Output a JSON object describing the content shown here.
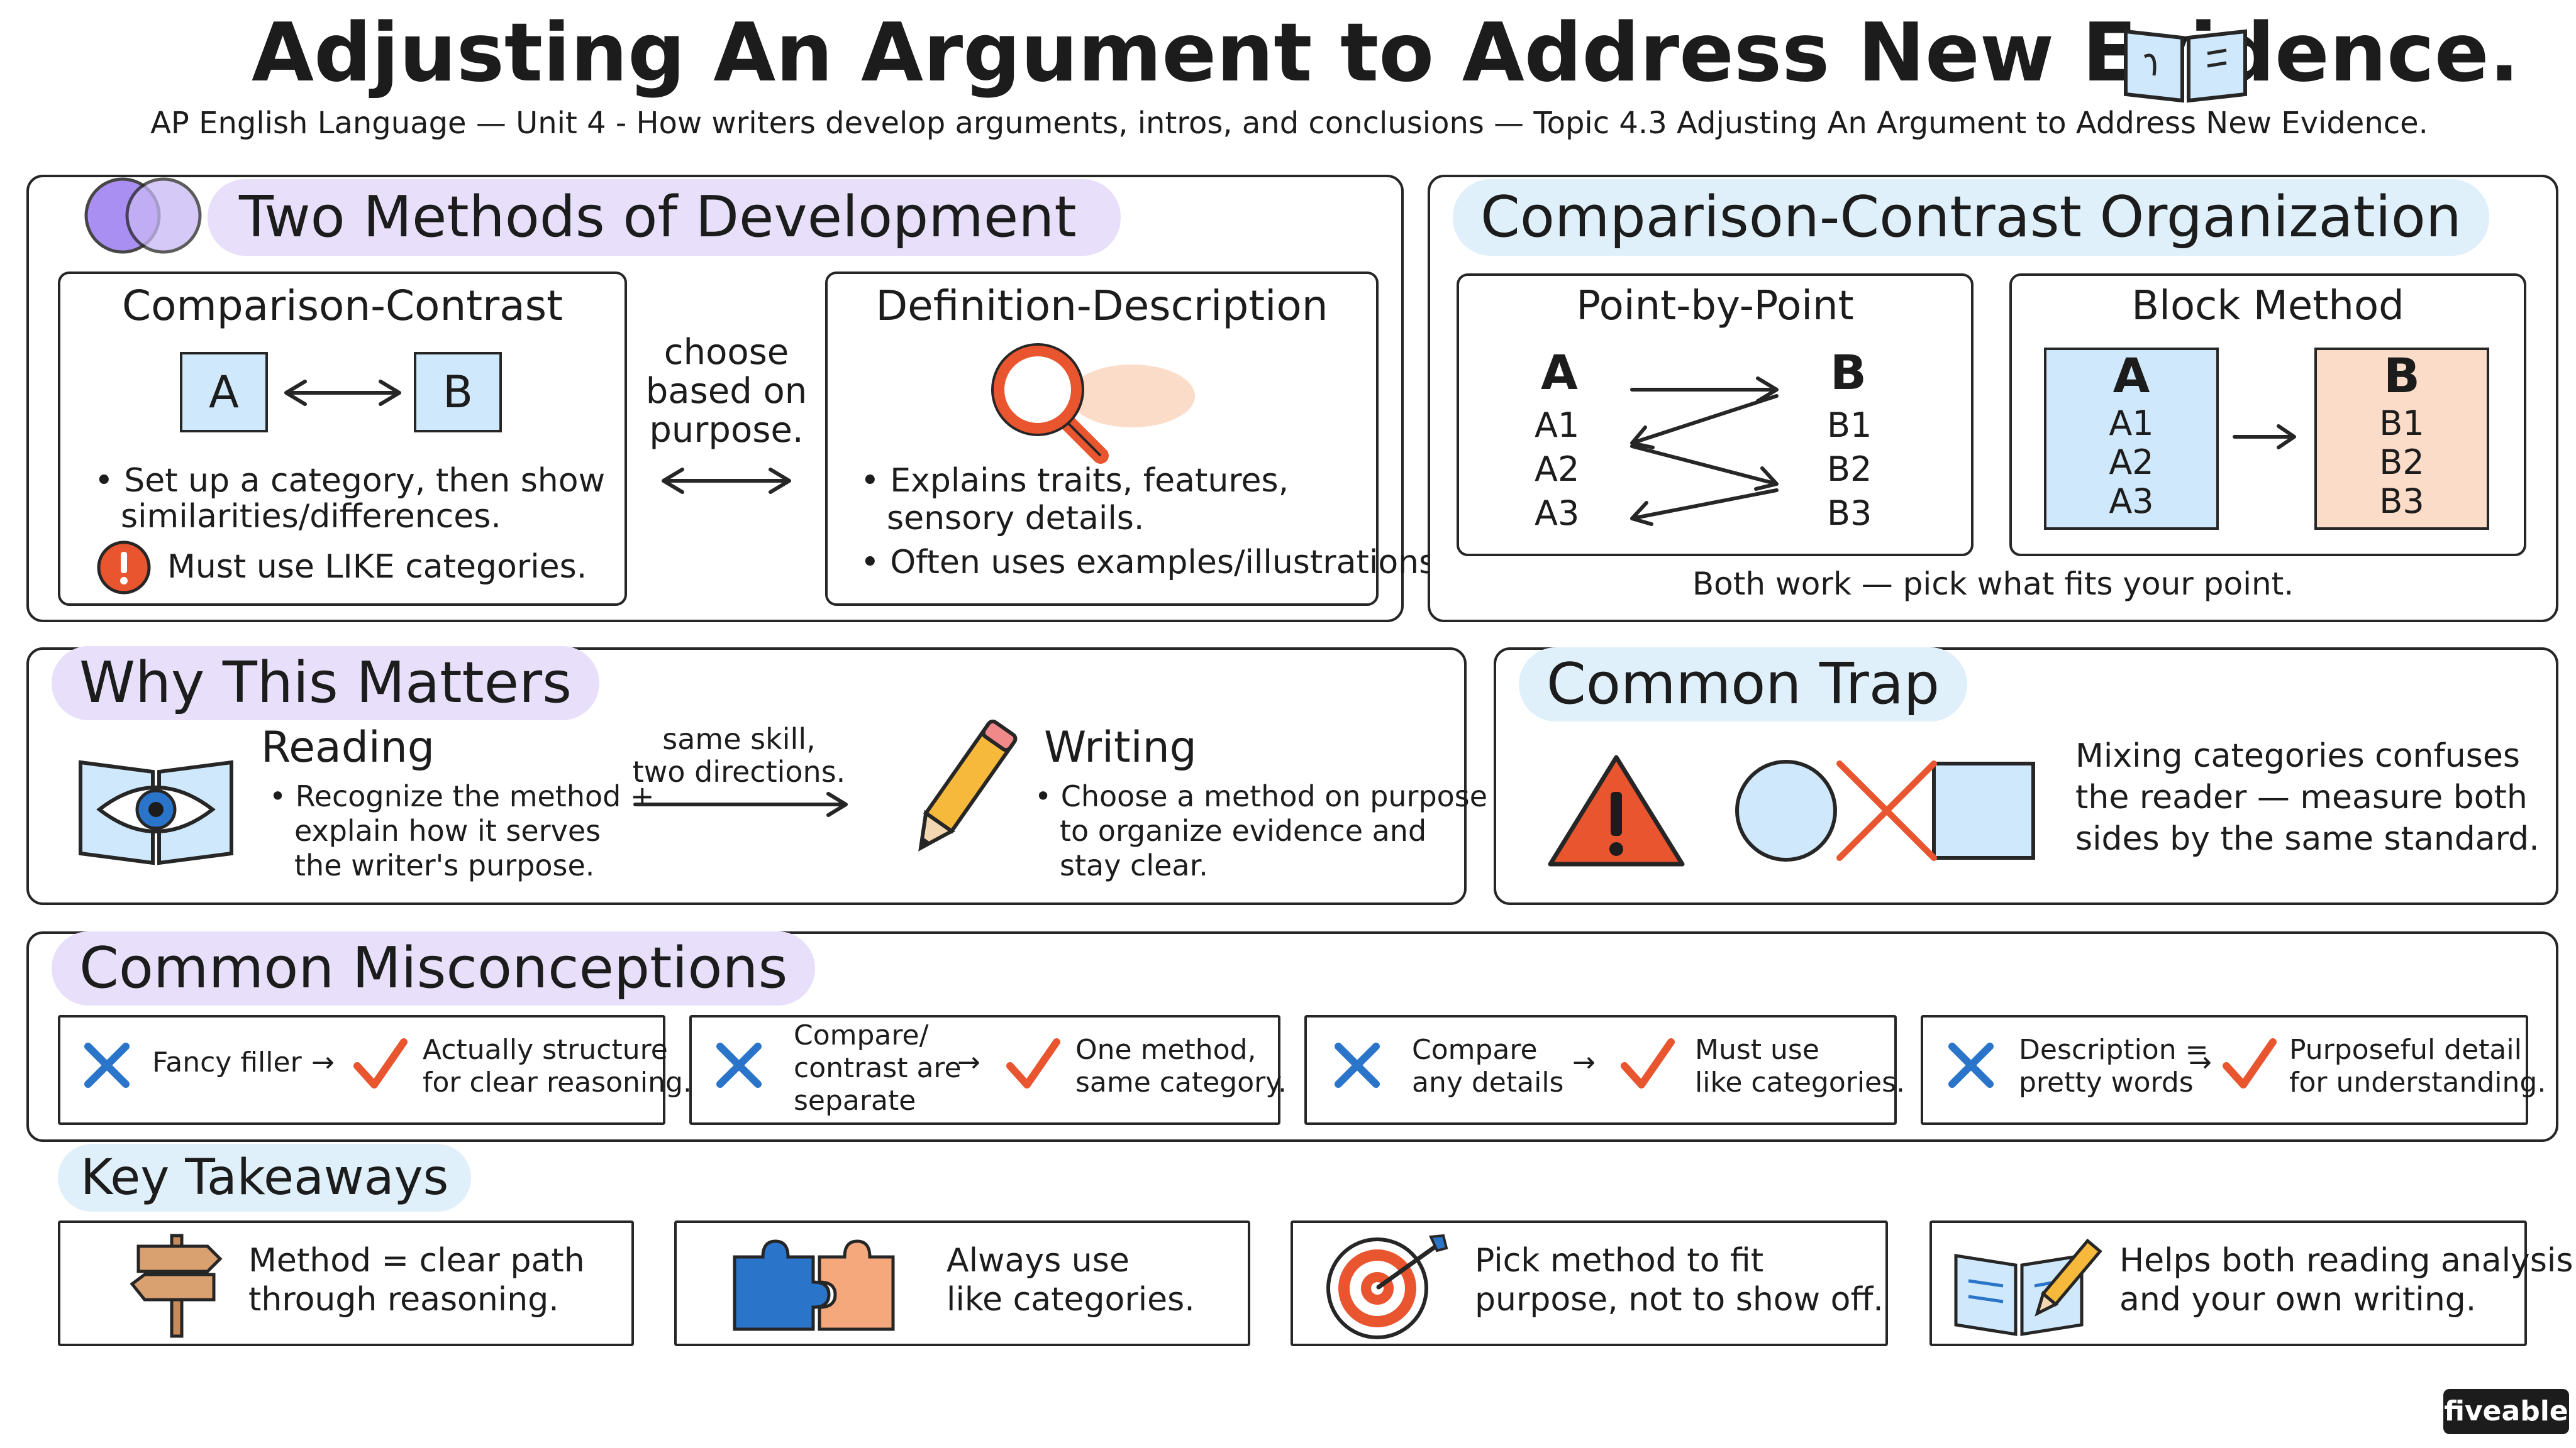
{
  "header": {
    "title": "Adjusting An Argument to Address New Evidence.",
    "subtitle": "AP English Language — Unit 4 - How writers develop arguments, intros, and conclusions — Topic 4.3 Adjusting An Argument to Address New Evidence."
  },
  "two_methods": {
    "heading": "Two Methods of Development",
    "comparison": {
      "title": "Comparison-Contrast",
      "chip_a": "A",
      "chip_b": "B",
      "bullet1": "• Set up a category, then show",
      "bullet1b": "similarities/differences.",
      "warning": "Must use LIKE categories."
    },
    "connector": [
      "choose",
      "based on",
      "purpose."
    ],
    "definition": {
      "title": "Definition-Description",
      "bullet1": "• Explains traits, features,",
      "bullet1b": "sensory details.",
      "bullet2": "• Often uses examples/illustrations."
    }
  },
  "organization": {
    "heading": "Comparison-Contrast Organization",
    "point_by_point": {
      "title": "Point-by-Point",
      "left_head": "A",
      "right_head": "B",
      "left": [
        "A1",
        "A2",
        "A3"
      ],
      "right": [
        "B1",
        "B2",
        "B3"
      ]
    },
    "block": {
      "title": "Block Method",
      "left_head": "A",
      "right_head": "B",
      "left": [
        "A1",
        "A2",
        "A3"
      ],
      "right": [
        "B1",
        "B2",
        "B3"
      ]
    },
    "footer": "Both work — pick what fits your point."
  },
  "why_matters": {
    "heading": "Why This Matters",
    "reading": {
      "title": "Reading",
      "lines": [
        "• Recognize the method +",
        "explain how it serves",
        "the writer's purpose."
      ]
    },
    "connector": [
      "same skill,",
      "two directions."
    ],
    "writing": {
      "title": "Writing",
      "lines": [
        "• Choose a method on purpose",
        "to organize evidence and",
        "stay clear."
      ]
    }
  },
  "trap": {
    "heading": "Common Trap",
    "lines": [
      "Mixing categories confuses",
      "the reader — measure both",
      "sides by the same standard."
    ]
  },
  "misconceptions": {
    "heading": "Common Misconceptions",
    "items": [
      {
        "wrong": [
          "Fancy filler"
        ],
        "right": [
          "Actually structure",
          "for clear reasoning."
        ]
      },
      {
        "wrong": [
          "Compare/",
          "contrast are",
          "separate"
        ],
        "right": [
          "One method,",
          "same category."
        ]
      },
      {
        "wrong": [
          "Compare",
          "any details"
        ],
        "right": [
          "Must use",
          "like categories."
        ]
      },
      {
        "wrong": [
          "Description =",
          "pretty words"
        ],
        "right": [
          "Purposeful detail",
          "for understanding."
        ]
      }
    ]
  },
  "takeaways": {
    "heading": "Key Takeaways",
    "items": [
      {
        "lines": [
          "Method = clear path",
          "through reasoning."
        ],
        "icon": "signpost-icon"
      },
      {
        "lines": [
          "Always use",
          "like categories."
        ],
        "icon": "puzzle-icon"
      },
      {
        "lines": [
          "Pick method to fit",
          "purpose, not to show off."
        ],
        "icon": "target-icon"
      },
      {
        "lines": [
          "Helps both reading analysis",
          "and your own writing."
        ],
        "icon": "book-pencil-icon"
      }
    ]
  },
  "brand": {
    "label": "fiveable"
  },
  "colors": {
    "lavender": "#e8e0fb",
    "light_blue": "#dff0fa",
    "chip_blue": "#cfe8fb",
    "peach": "#fbdcc8",
    "orange_red": "#e8552f",
    "x_blue": "#2a74c9",
    "check_orange": "#e8552f"
  }
}
